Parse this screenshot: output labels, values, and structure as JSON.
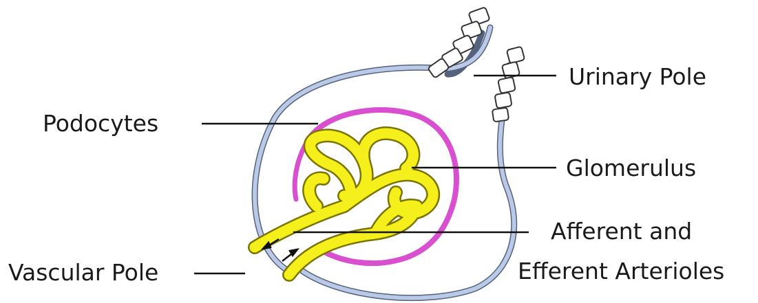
{
  "labels": {
    "urinary_pole": "Urinary Pole",
    "podocytes": "Podocytes",
    "glomerulus": "Glomerulus",
    "afferent_line1": "Afferent and",
    "afferent_line2": "Efferent Arterioles",
    "vascular_pole": "Vascular Pole"
  },
  "colors": {
    "capsule": "#b9c9e6",
    "capsule_stroke": "#55627e",
    "podocyte_layer": "#d84fd0",
    "glomerulus": "#f5ef1c",
    "glomerulus_stroke": "#7a7400",
    "leader_line": "#111111"
  }
}
